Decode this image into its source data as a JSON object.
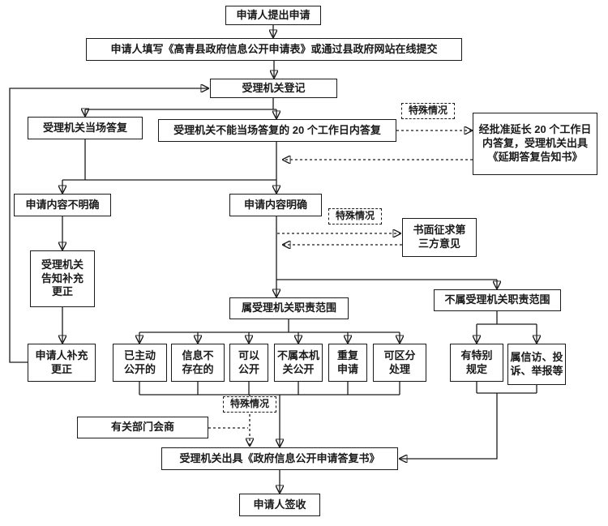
{
  "nodes": {
    "start": "申请人提出申请",
    "fill_form": "申请人填写《高青县政府信息公开申请表》或通过县政府网站在线提交",
    "register": "受理机关登记",
    "onsite_reply": "受理机关当场答复",
    "deadline_reply": "受理机关不能当场答复的 20 个工作日内答复",
    "special_case_1": "特殊情况",
    "extended_reply": "经批准延长 20 个工作日内答复，受理机关出具《延期答复告知书》",
    "content_unclear": "申请内容不明确",
    "content_clear": "申请内容明确",
    "special_case_2": "特殊情况",
    "third_party": "书面征求第三方意见",
    "notify_supplement": "受理机关告知补充更正",
    "applicant_supplement": "申请人补充更正",
    "in_scope": "属受理机关职责范围",
    "out_of_scope": "不属受理机关职责范围",
    "already_public": "已主动公开的",
    "not_exist": "信息不存在的",
    "can_disclose": "可以公开",
    "not_this_authority": "不属本机关公开",
    "repeated_request": "重复申请",
    "separable": "可区分处理",
    "special_provision": "有特别规定",
    "petition_complaint": "属信访、投诉、举报等",
    "special_case_3": "特殊情况",
    "dept_consult": "有关部门会商",
    "issue_reply": "受理机关出具《政府信息公开申请答复书》",
    "sign_receipt": "申请人签收"
  }
}
